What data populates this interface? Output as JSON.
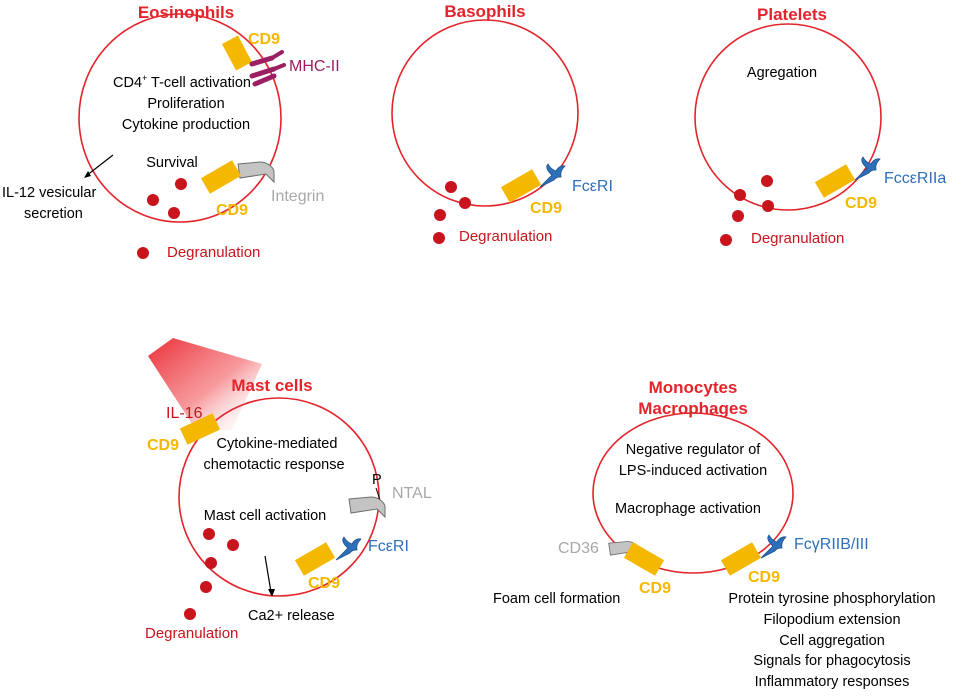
{
  "colors": {
    "cell_outline": "#e3242b",
    "title": "#e3242b",
    "cd9": "#f5b800",
    "granule": "#c8141c",
    "mhc": "#9c1f63",
    "receptor_blue": "#2e6fba",
    "gray_molecule": "#a8a8a8",
    "il16_gradient": "#f0484e"
  },
  "eosinophils": {
    "title": "Eosinophils",
    "cd9_top": "CD9",
    "mhc_label": "MHC-II",
    "activation_line": "CD4",
    "activation_sup": "+",
    "activation_rest": " T-cell activation",
    "proliferation": "Proliferation",
    "cytokine": "Cytokine production",
    "survival": "Survival",
    "il12_line1": "IL-12 vesicular",
    "il12_line2": "secretion",
    "integrin_label": "Integrin",
    "cd9_bottom": "CD9",
    "degranulation": "Degranulation"
  },
  "basophils": {
    "title": "Basophils",
    "receptor_label": "FcεRI",
    "cd9": "CD9",
    "degranulation": "Degranulation"
  },
  "platelets": {
    "title": "Platelets",
    "function": "Agregation",
    "receptor_label": "FccεRIIa",
    "cd9": "CD9",
    "degranulation": "Degranulation"
  },
  "mast_cells": {
    "title": "Mast cells",
    "il16": "IL-16",
    "cd9_top": "CD9",
    "cytokine_line1": "Cytokine-mediated",
    "cytokine_line2": "chemotactic response",
    "p_label": "P",
    "ntal_label": "NTAL",
    "activation": "Mast cell activation",
    "receptor_label": "FcεRI",
    "cd9_bottom": "CD9",
    "ca_release": "Ca2+ release",
    "degranulation": "Degranulation"
  },
  "monocytes": {
    "title_line1": "Monocytes",
    "title_line2": "Macrophages",
    "neg_line1": "Negative regulator of",
    "neg_line2": "LPS-induced activation",
    "macrophage_activation": "Macrophage activation",
    "cd36_label": "CD36",
    "cd9_left": "CD9",
    "receptor_label": "FcγRIIB/III",
    "cd9_right": "CD9",
    "foam": "Foam cell formation",
    "functions": [
      "Protein tyrosine phosphorylation",
      "Filopodium extension",
      "Cell aggregation",
      "Signals for phagocytosis",
      "Inflammatory responses"
    ]
  }
}
